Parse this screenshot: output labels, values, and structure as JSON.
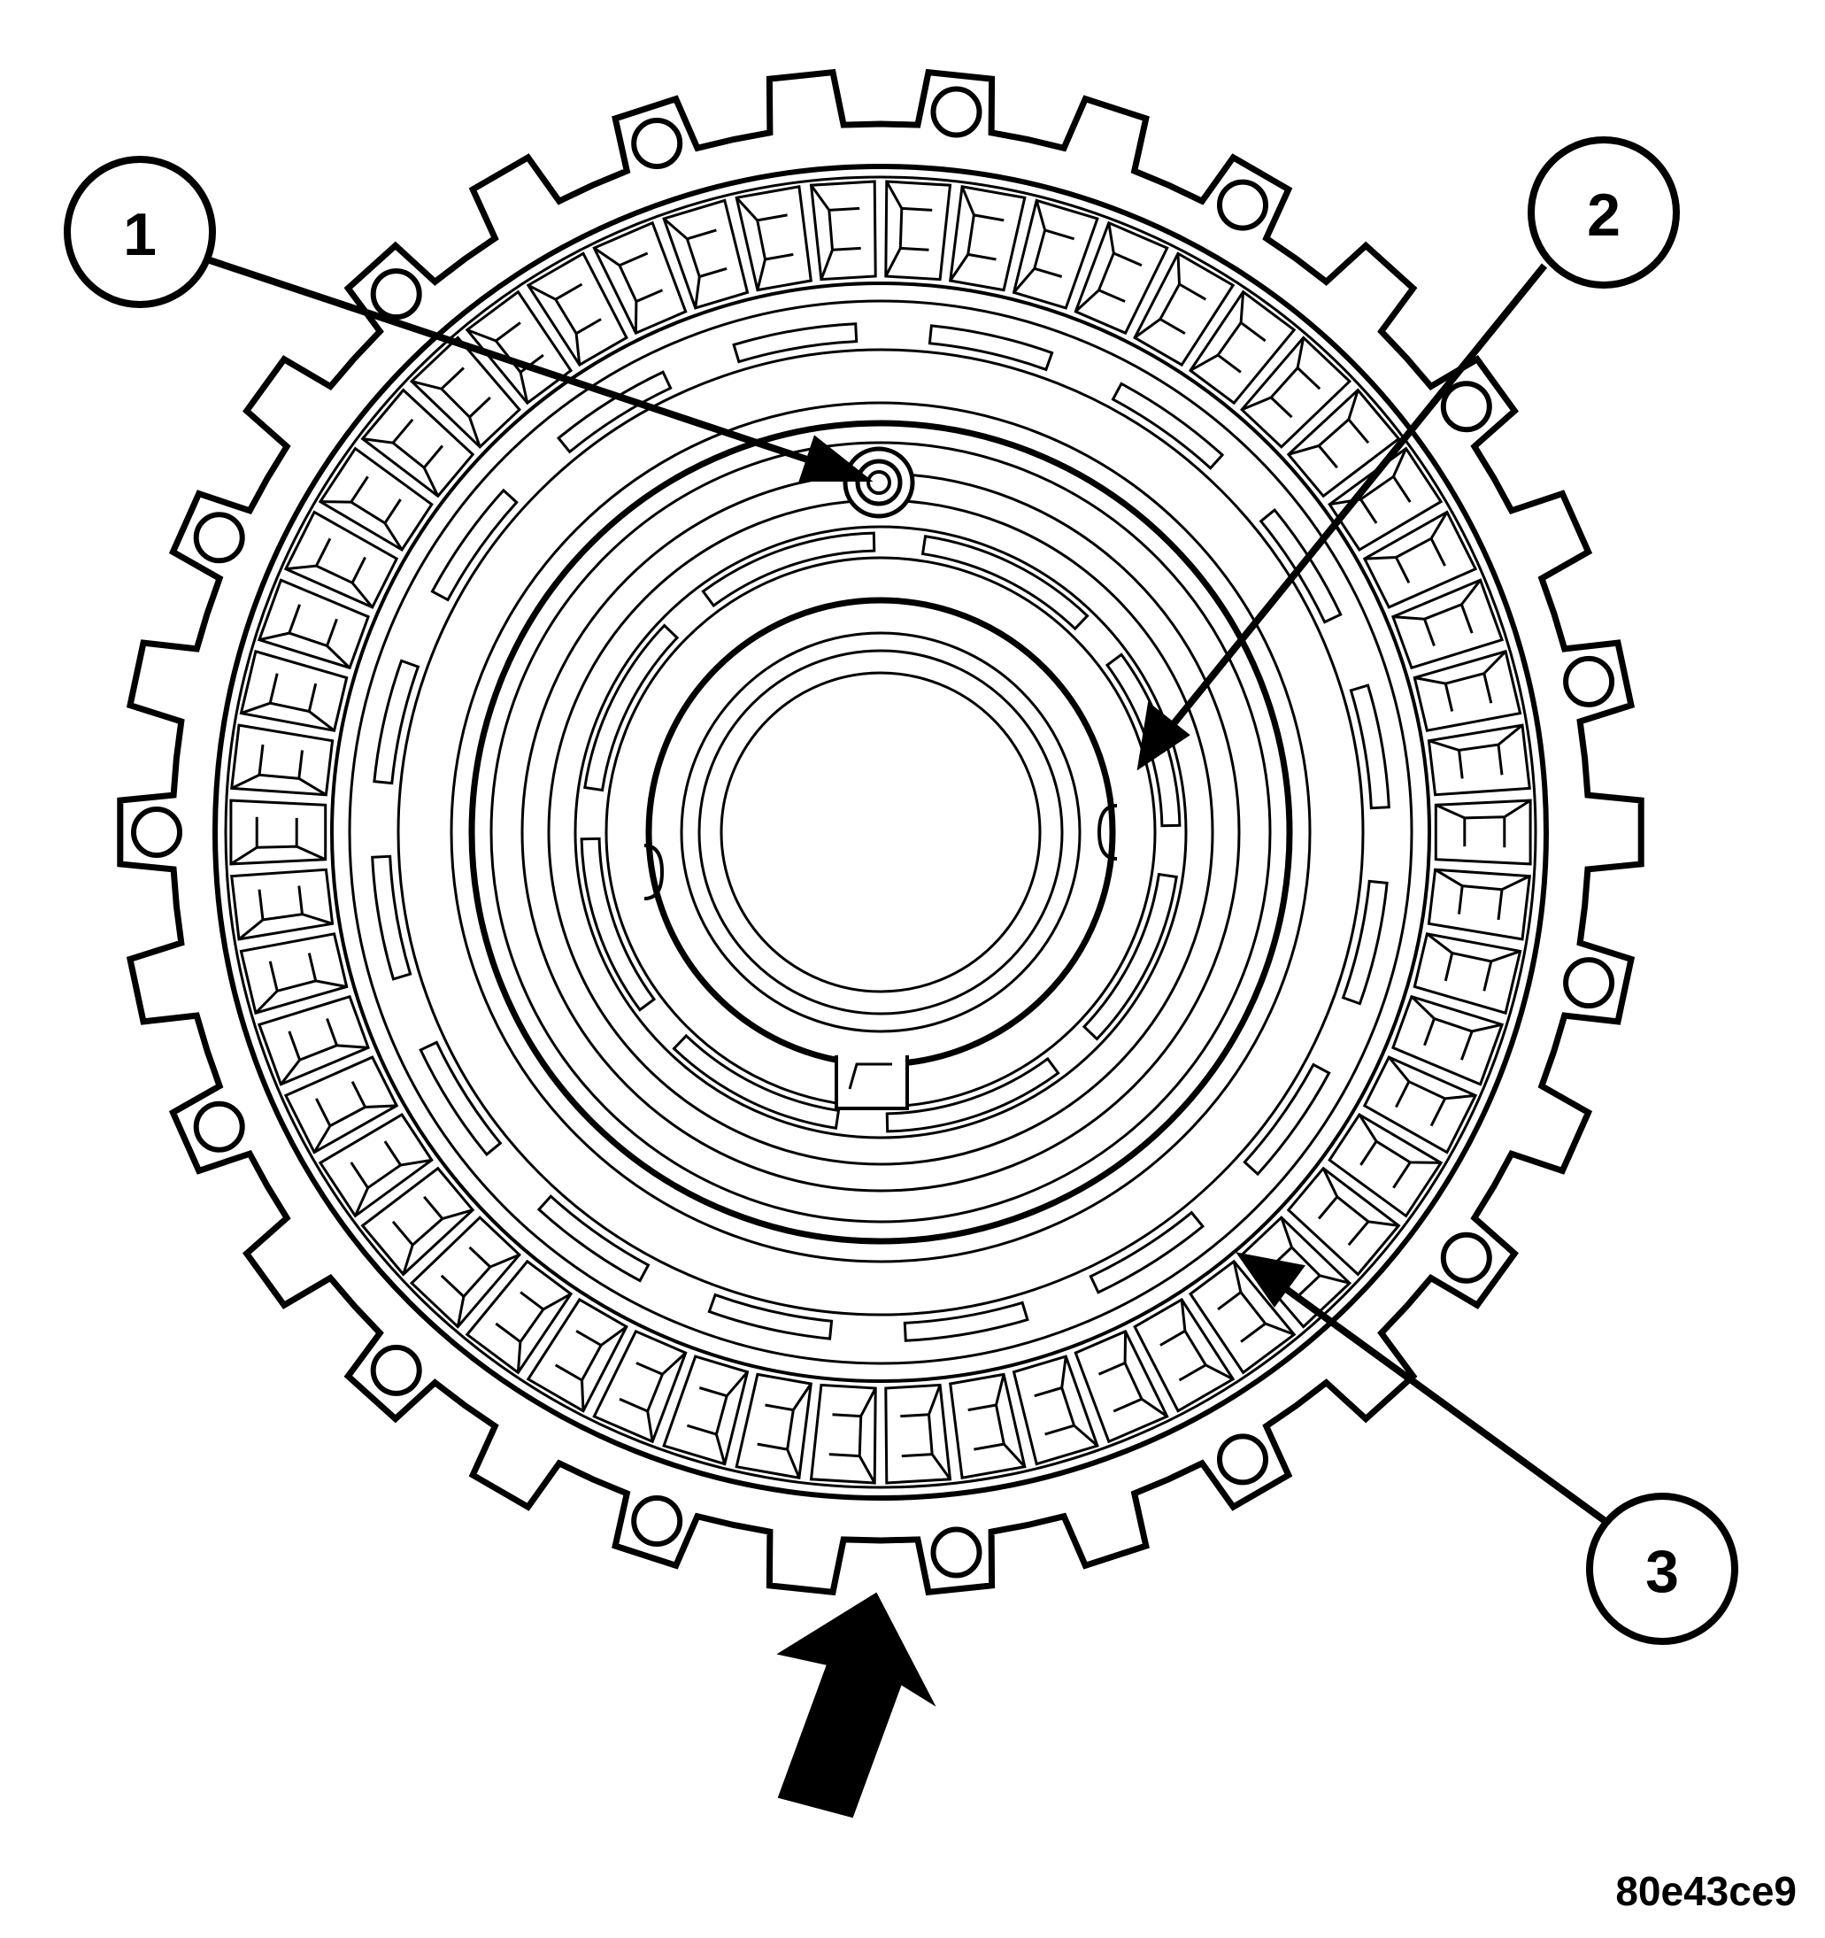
{
  "callouts": [
    {
      "id": "1",
      "label": "1"
    },
    {
      "id": "2",
      "label": "2"
    },
    {
      "id": "3",
      "label": "3"
    }
  ],
  "figure_id": "80e43ce9",
  "colors": {
    "ink": "#000000",
    "paper": "#ffffff"
  }
}
